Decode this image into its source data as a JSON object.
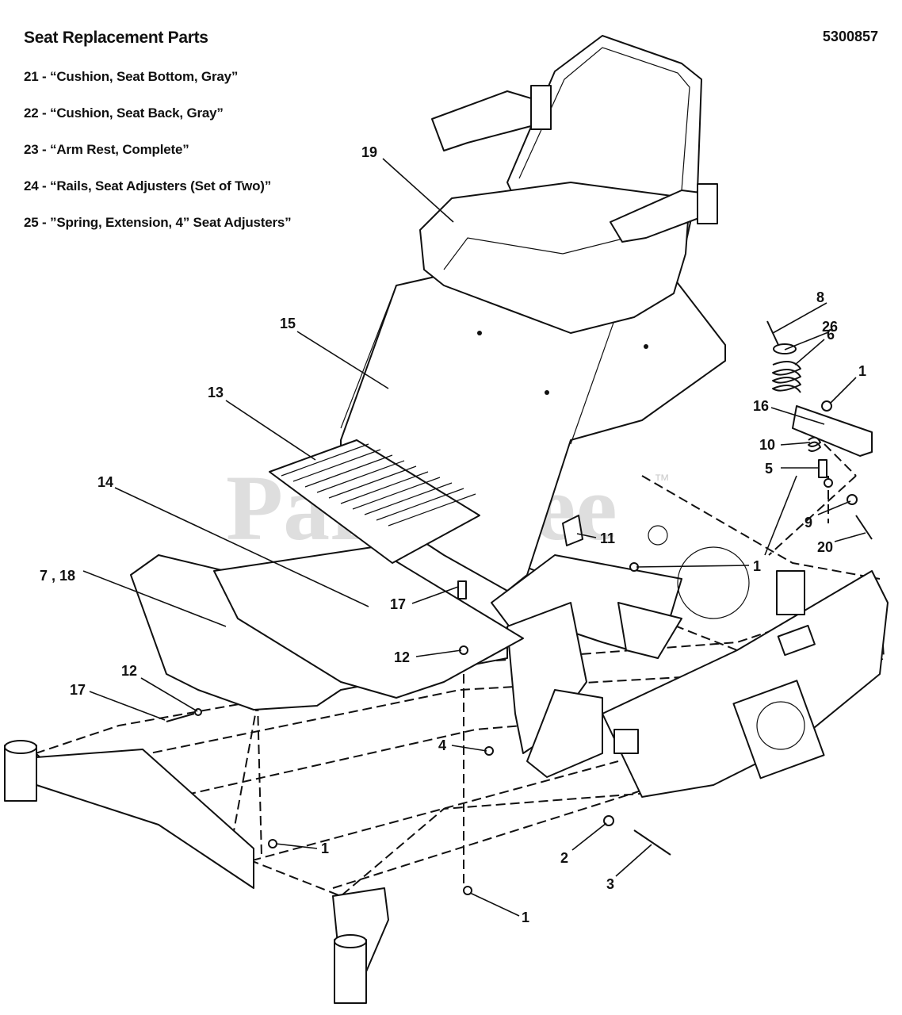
{
  "header": {
    "title": "Seat Replacement Parts",
    "diagram_code": "5300857"
  },
  "replacement_parts": [
    "21 - “Cushion, Seat Bottom, Gray”",
    "22 - “Cushion, Seat Back, Gray”",
    "23 - “Arm Rest, Complete”",
    "24 - “Rails, Seat Adjusters (Set of Two)”",
    "25 - ”Spring, Extension, 4” Seat Adjusters”"
  ],
  "watermark": "PartsTree",
  "watermark_mark": "™",
  "callouts": {
    "c19": "19",
    "c15": "15",
    "c13": "13",
    "c14": "14",
    "c7_18": "7 , 18",
    "c17a": "17",
    "c12a": "12",
    "c12b": "12",
    "c17b": "17",
    "c8": "8",
    "c26": "26",
    "c6": "6",
    "c1a": "1",
    "c16": "16",
    "c10": "10",
    "c5": "5",
    "c9": "9",
    "c20": "20",
    "c11": "11",
    "c1b": "1",
    "c4": "4",
    "c1c": "1",
    "c2": "2",
    "c3": "3",
    "c1d": "1"
  }
}
